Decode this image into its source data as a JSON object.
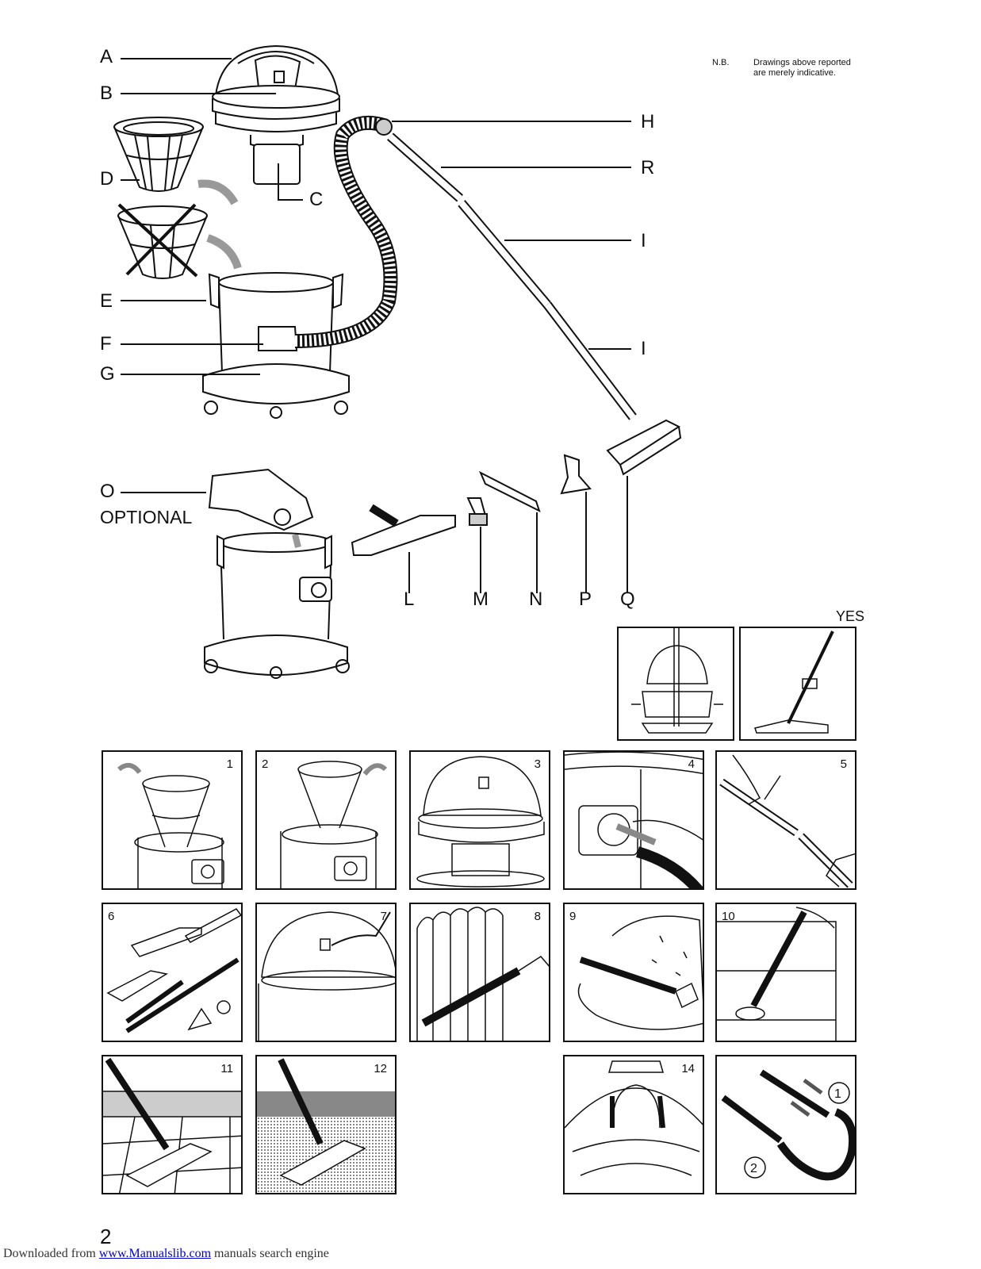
{
  "labels": {
    "A": "A",
    "B": "B",
    "C": "C",
    "D": "D",
    "E": "E",
    "F": "F",
    "G": "G",
    "H": "H",
    "R": "R",
    "I1": "I",
    "I2": "I",
    "O": "O",
    "optional": "OPTIONAL",
    "L": "L",
    "M": "M",
    "N": "N",
    "P": "P",
    "Q": "Q"
  },
  "note": {
    "prefix": "N.B.",
    "line1": "Drawings above reported",
    "line2": "are merely indicative."
  },
  "yes_label": "YES",
  "steps": [
    "1",
    "2",
    "3",
    "4",
    "5",
    "6",
    "7",
    "8",
    "9",
    "10",
    "11",
    "12",
    "14"
  ],
  "page_number": "2",
  "footer": {
    "prefix": "Downloaded from ",
    "link": "www.Manualslib.com",
    "suffix": " manuals search engine"
  },
  "icons": [
    "vacuum-head-illustration",
    "filter-cartridge-illustration",
    "tank-illustration",
    "hose-illustration",
    "tube-illustration",
    "floor-nozzle-illustration",
    "arrow-icon",
    "cross-icon"
  ]
}
